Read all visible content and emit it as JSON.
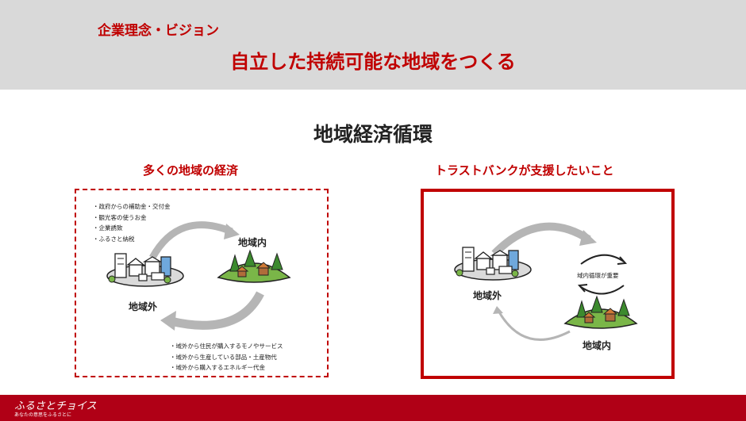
{
  "header": {
    "kicker": "企業理念・ビジョン",
    "headline": "自立した持続可能な地域をつくる"
  },
  "section": {
    "title": "地域経済循環"
  },
  "left": {
    "title": "多くの地域の経済",
    "inflows": [
      "政府からの補助金・交付金",
      "観光客の使うお金",
      "企業誘致",
      "ふるさと納税"
    ],
    "outflows": [
      "域外から住民が購入するモノやサービス",
      "域外から生産している部品・土産物代",
      "域外から購入するエネルギー代金"
    ],
    "region_outside": "地域外",
    "region_inside": "地域内"
  },
  "right": {
    "title": "トラストバンクが支援したいこと",
    "region_outside": "地域外",
    "region_inside": "地域内",
    "cycle_label": "域内循環が重要"
  },
  "footer": {
    "logo": "ふるさとチョイス",
    "tagline": "あなたの意思をふるさとに"
  },
  "colors": {
    "accent": "#c00000",
    "header_bg": "#d9d9d9",
    "footer_bg": "#b00016",
    "arrow": "#b5b5b5"
  },
  "icons": [
    "city-icon",
    "forest-hill-icon",
    "cycle-arrows-icon"
  ]
}
